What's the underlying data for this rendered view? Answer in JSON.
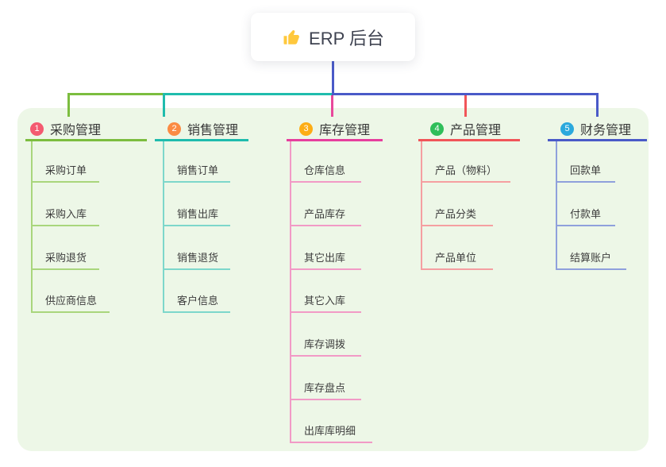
{
  "diagram": {
    "type": "mindmap-org-chart",
    "background_color": "#FFFFFF",
    "panel_color": "#EDF7E7"
  },
  "root": {
    "label": "ERP 后台",
    "icon": "thumbs-up-icon",
    "icon_color": "#FFC83D",
    "connector_color": "#4A5AC8"
  },
  "branches": [
    {
      "index": "1",
      "title": "采购管理",
      "badge_color": "#F45A70",
      "line_color": "#7CBD3F",
      "light_line_color": "#A9D67C",
      "items": [
        "采购订单",
        "采购入库",
        "采购退货",
        "供应商信息"
      ]
    },
    {
      "index": "2",
      "title": "销售管理",
      "badge_color": "#FB8B43",
      "line_color": "#1FBCAD",
      "light_line_color": "#7DD7CB",
      "items": [
        "销售订单",
        "销售出库",
        "销售退货",
        "客户信息"
      ]
    },
    {
      "index": "3",
      "title": "库存管理",
      "badge_color": "#FDAD15",
      "line_color": "#E63F9D",
      "light_line_color": "#F29AC6",
      "items": [
        "仓库信息",
        "产品库存",
        "其它出库",
        "其它入库",
        "库存调拨",
        "库存盘点",
        "出库库明细"
      ]
    },
    {
      "index": "4",
      "title": "产品管理",
      "badge_color": "#2FBE5A",
      "line_color": "#F15559",
      "light_line_color": "#F59FA1",
      "items": [
        "产品（物料）",
        "产品分类",
        "产品单位"
      ]
    },
    {
      "index": "5",
      "title": "财务管理",
      "badge_color": "#2BA9DD",
      "line_color": "#4A5AC8",
      "light_line_color": "#8FA0DC",
      "items": [
        "回款单",
        "付款单",
        "结算账户"
      ]
    }
  ]
}
